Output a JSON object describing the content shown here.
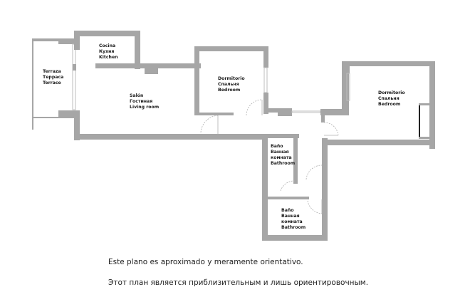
{
  "floor_plan": {
    "wall_color": "#a6a6a6",
    "background_color": "#ffffff",
    "rooms": [
      {
        "id": "terrace",
        "lines": [
          "Terraza",
          "Терраса",
          "Terrace"
        ]
      },
      {
        "id": "kitchen",
        "lines": [
          "Cocina",
          "Кухня",
          "Kitchen"
        ]
      },
      {
        "id": "living",
        "lines": [
          "Salón",
          "Гостиная",
          "Living room"
        ]
      },
      {
        "id": "bedroom1",
        "lines": [
          "Dormitorio",
          "Спальня",
          "Bedroom"
        ]
      },
      {
        "id": "bedroom2",
        "lines": [
          "Dormitorio",
          "Спальня",
          "Bedroom"
        ]
      },
      {
        "id": "bathroom1",
        "lines": [
          "Baño",
          "Ванная",
          "комната",
          "Bathroom"
        ]
      },
      {
        "id": "bathroom2",
        "lines": [
          "Baño",
          "Ванная",
          "комната",
          "Bathroom"
        ]
      }
    ]
  },
  "notes": {
    "spanish": "Este plano es aproximado y meramente orientativo.",
    "russian": "Этот план является приблизительным и лишь ориентировочным."
  }
}
